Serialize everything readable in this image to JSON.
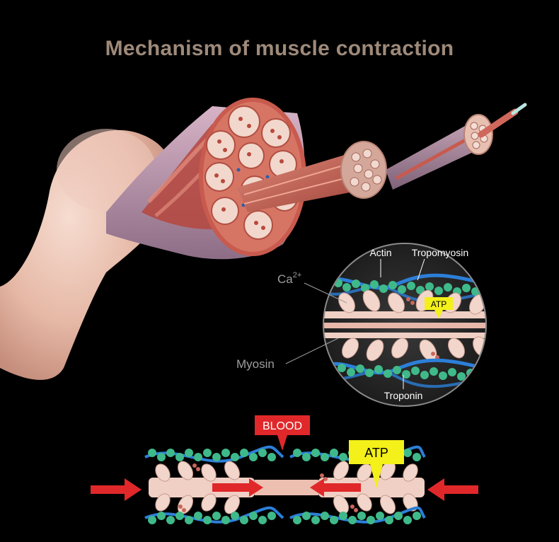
{
  "title": "Mechanism of muscle contraction",
  "labels": {
    "ca": "Ca",
    "ca_sup": "2+",
    "myosin": "Myosin",
    "actin": "Actin",
    "tropomyosin": "Tropomyosin",
    "atp_inset": "ATP",
    "troponin": "Troponin",
    "blood": "BLOOD",
    "atp_bottom": "ATP"
  },
  "colors": {
    "background": "#000000",
    "title": "#9e8a7a",
    "label": "#9e9e9e",
    "muscle": "#c8665a",
    "skin": "#e9c0b0",
    "actin_bead": "#3fb98a",
    "tropomyosin": "#2c7fd8",
    "myosin": "#f0cfc4",
    "arrow": "#e0282a",
    "blood_badge": "#e0282a",
    "atp_badge": "#f3f01a"
  }
}
